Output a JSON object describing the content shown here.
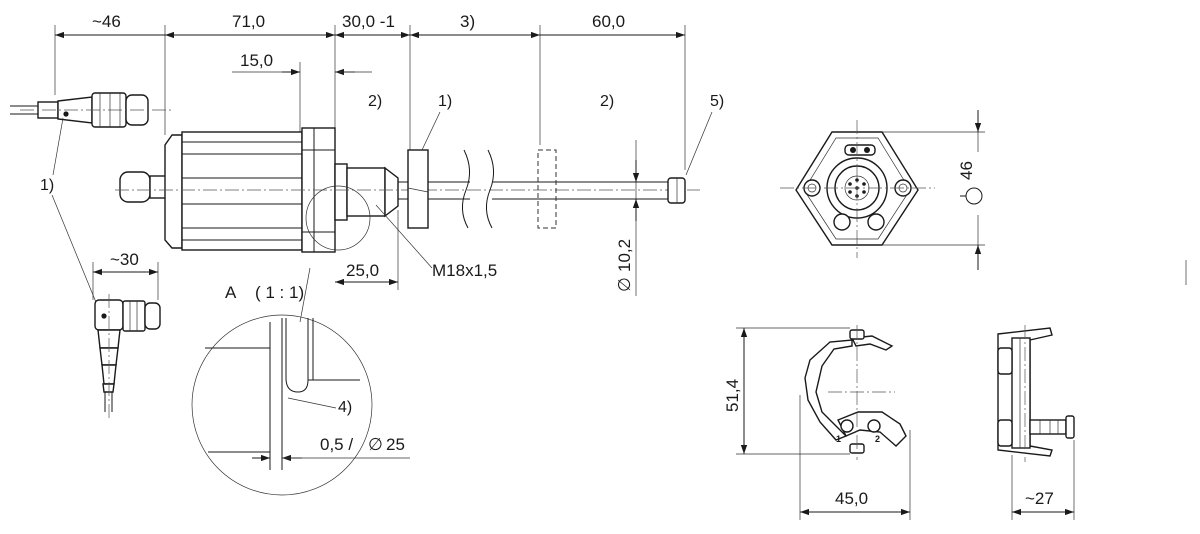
{
  "dimensions": {
    "cable_length": "~46",
    "housing_length": "71,0",
    "dead_zone": "30,0 -1",
    "stroke_note": "3)",
    "rod_end": "60,0",
    "flange_offset": "15,0",
    "thread_length": "25,0",
    "thread": "M18x1,5",
    "rod_diameter_symbol": "∅",
    "rod_diameter": "10,2",
    "angled_length": "~30",
    "wrench_size": "46",
    "clip_height": "51,4",
    "clip_width": "45,0",
    "clip_depth": "~27",
    "chamfer": "0,5 /",
    "chamfer_symbol": "∅",
    "chamfer_diameter": "25"
  },
  "notes": {
    "n1_connector": "1)",
    "n1_magnet": "1)",
    "n2_left": "2)",
    "n2_right": "2)",
    "n4": "4)",
    "n5": "5)"
  },
  "detail": {
    "label": "A",
    "scale": "( 1 : 1)"
  },
  "pin_labels": {
    "pin1": "1",
    "pin2": "2"
  }
}
